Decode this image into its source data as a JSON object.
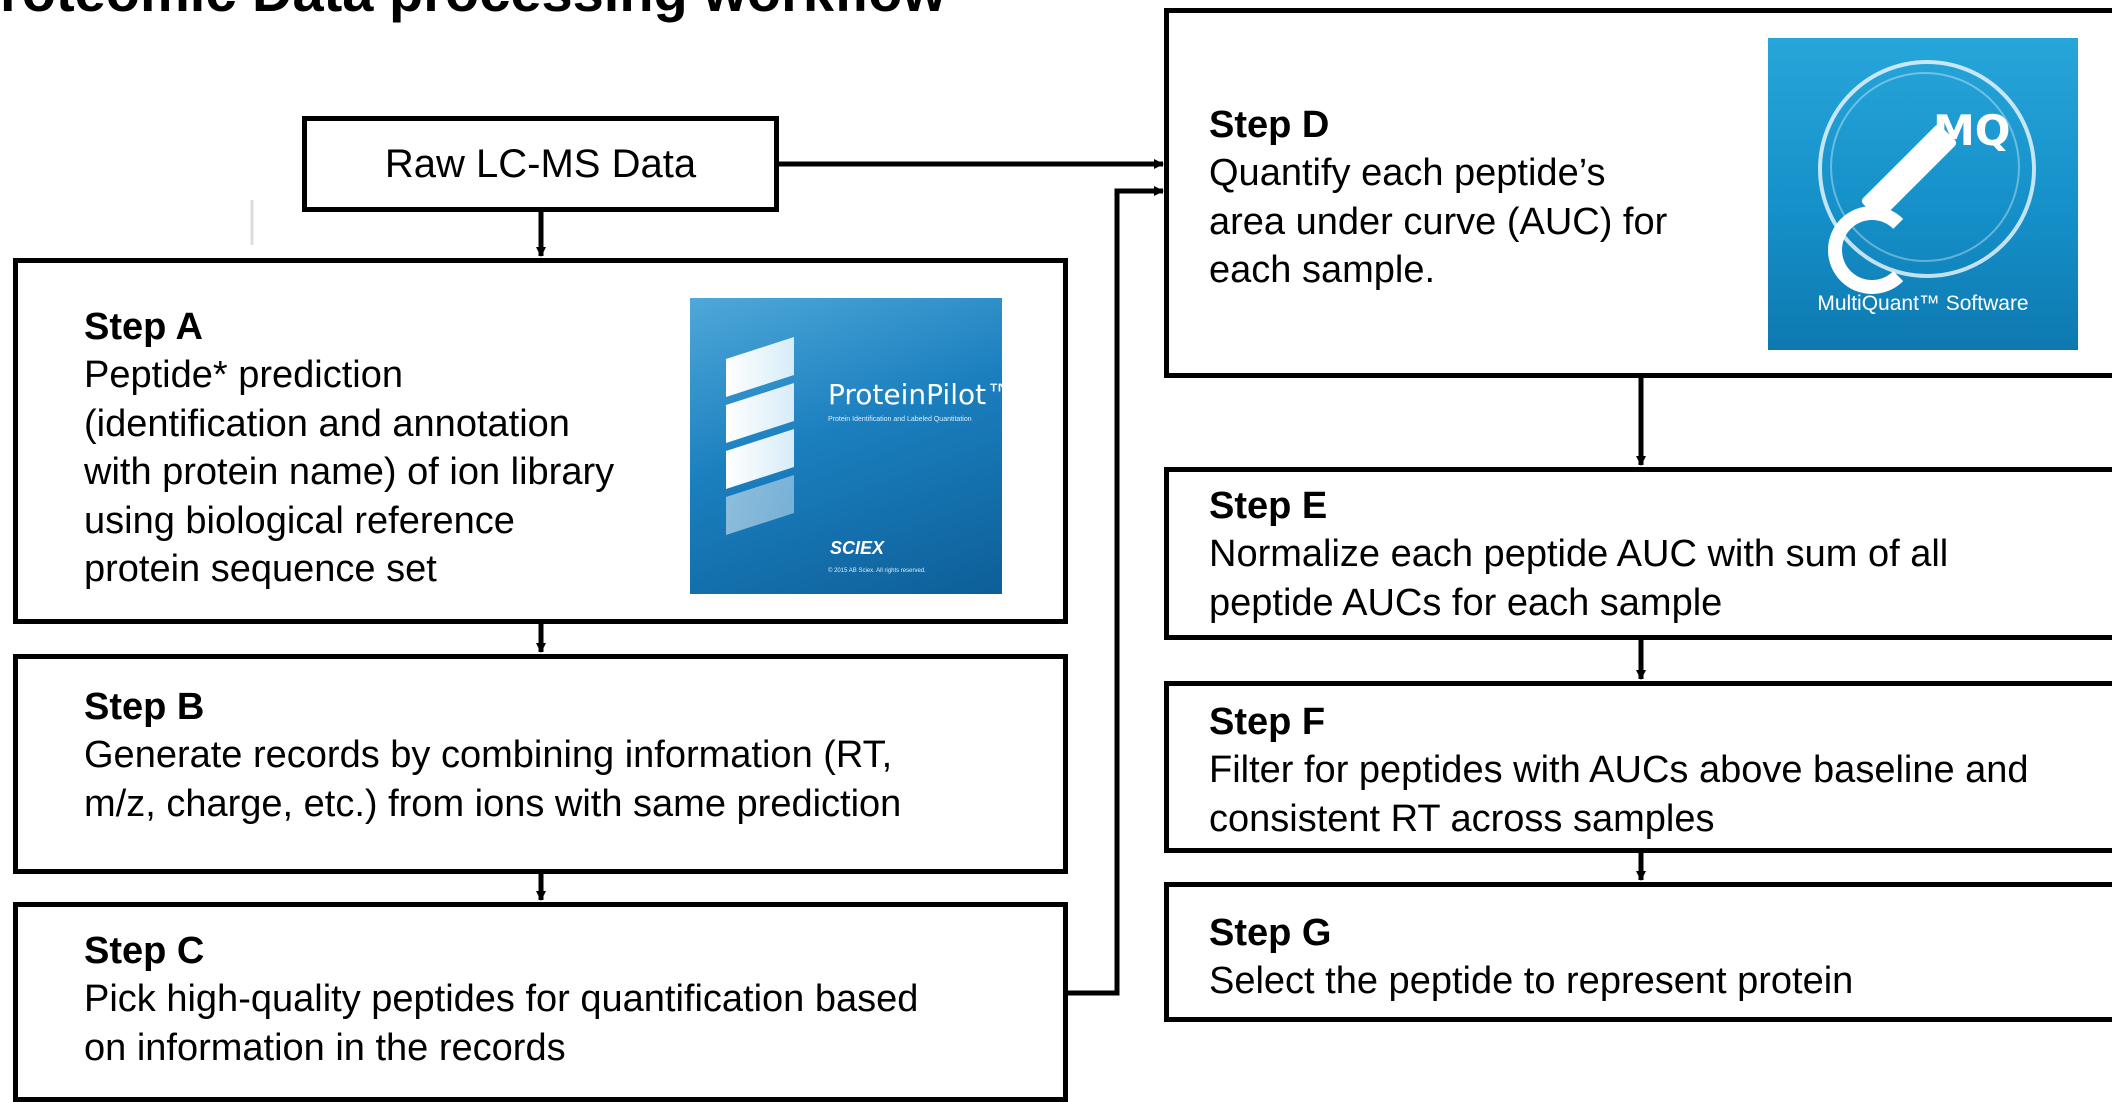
{
  "title": "roteomic Data processing workflow",
  "start_box": "Raw LC-MS Data",
  "steps": {
    "a": {
      "title": "Step A",
      "lines": [
        "Peptide* prediction",
        "(identification and annotation",
        "with protein name) of ion library",
        "using biological reference",
        "protein sequence set"
      ]
    },
    "b": {
      "title": "Step B",
      "lines": [
        "Generate records by combining information (RT,",
        "m/z, charge, etc.) from ions with same prediction"
      ]
    },
    "c": {
      "title": "Step C",
      "lines": [
        "Pick high-quality peptides for quantification based",
        "on information in the records"
      ]
    },
    "d": {
      "title": "Step D",
      "lines": [
        "Quantify each peptide’s",
        "area under curve (AUC) for",
        "each sample."
      ]
    },
    "e": {
      "title": "Step E",
      "lines": [
        "Normalize each peptide AUC with sum of all",
        "peptide AUCs for each sample"
      ]
    },
    "f": {
      "title": "Step F",
      "lines": [
        "Filter for peptides with AUCs above baseline and",
        "consistent RT across samples"
      ]
    },
    "g": {
      "title": "Step G",
      "lines": [
        "Select the peptide to represent protein"
      ]
    }
  },
  "logos": {
    "proteinpilot": {
      "wordmark": "ProteinPilot™",
      "subtitle": "Protein Identification and Labeled Quantitation",
      "brand": "SCIEX",
      "copyright": "© 2015 AB Sciex. All rights reserved."
    },
    "multiquant": {
      "mark": "MQ",
      "name": "MultiQuant™ Software"
    }
  }
}
